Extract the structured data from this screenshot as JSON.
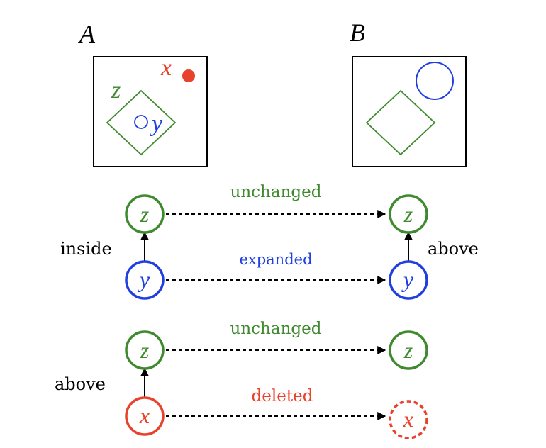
{
  "panels": {
    "a": {
      "label": "A"
    },
    "b": {
      "label": "B"
    }
  },
  "scene_labels": {
    "x": "x",
    "y": "y",
    "z": "z"
  },
  "nodes": {
    "z": "z",
    "y": "y",
    "x": "x"
  },
  "relations": {
    "row1_left": "inside",
    "row1_right": "above",
    "row2_left": "above"
  },
  "transitions": {
    "z_top": "unchanged",
    "y": "expanded",
    "z_bottom": "unchanged",
    "x": "deleted"
  },
  "colors": {
    "green": "#3f8a2e",
    "blue": "#1f3fe0",
    "red": "#e8412c",
    "black": "#000000"
  }
}
